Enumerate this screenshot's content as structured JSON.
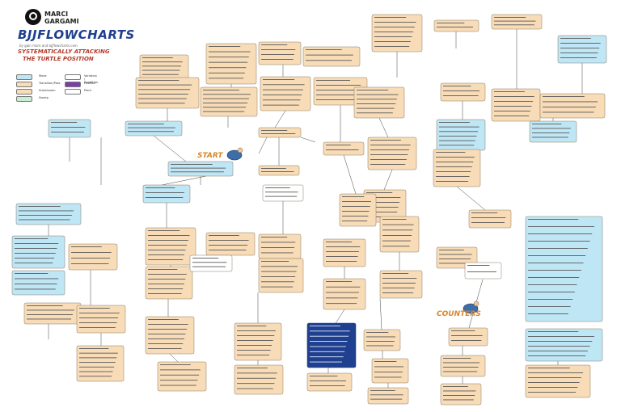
{
  "brand": {
    "name_line1": "MARCI",
    "name_line2": "GARGAMI",
    "title": "BJJFLOWCHARTS",
    "subtitle": "by gain more and bjjflowcharts.com"
  },
  "page_title": {
    "line1": "SYSTEMATICALLY ATTACKING",
    "line2": "THE TURTLE POSITION"
  },
  "legend": {
    "items": [
      {
        "label": "Move",
        "color": "#bfe6f5"
      },
      {
        "label": "Transition/Pass",
        "color": "#f7dcb7"
      },
      {
        "label": "Submission",
        "color": "#f7dcb7"
      },
      {
        "label": "Sweep",
        "color": "#c8efd1"
      },
      {
        "label": "Variation / Condition",
        "color": "#ffffff"
      },
      {
        "label": "Position",
        "color": "#7a3fa8"
      },
      {
        "label": "Point",
        "color": "#ffffff"
      }
    ]
  },
  "labels": {
    "start": "START",
    "counters": "COUNTERS"
  },
  "colors": {
    "move": "#bfe6f5",
    "submission": "#f7dcb7",
    "note_box": "#1f3f8f",
    "edge": "#444444",
    "accent": "#d9862a"
  }
}
